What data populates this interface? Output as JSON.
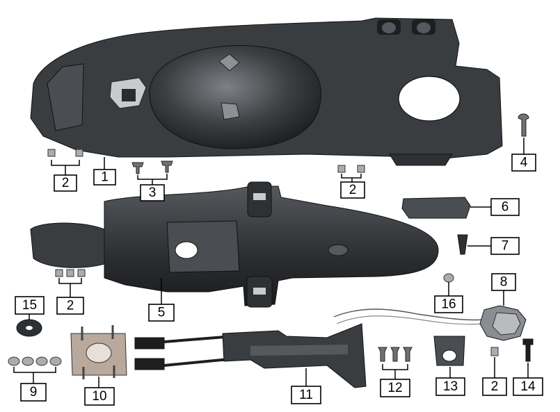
{
  "callouts": {
    "c1": "1",
    "c2a": "2",
    "c2b": "2",
    "c2c": "2",
    "c2d": "2",
    "c3": "3",
    "c4": "4",
    "c5": "5",
    "c6": "6",
    "c7": "7",
    "c8": "8",
    "c9": "9",
    "c10": "10",
    "c11": "11",
    "c12": "12",
    "c13": "13",
    "c14": "14",
    "c15": "15",
    "c16": "16"
  }
}
